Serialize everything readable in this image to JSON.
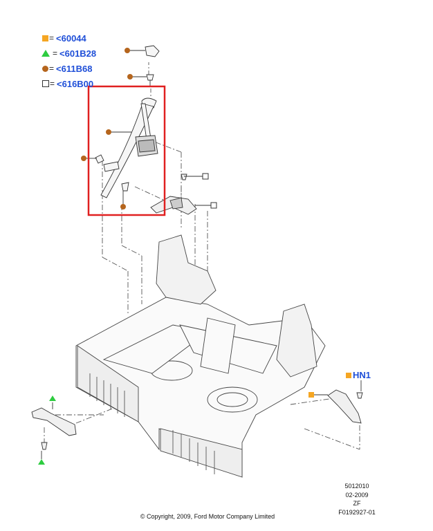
{
  "legend": [
    {
      "symbol": "square",
      "color": "#F5A623",
      "code": "<60044"
    },
    {
      "symbol": "triangle",
      "color": "#2ECC40",
      "code": "<601B28"
    },
    {
      "symbol": "circle",
      "color": "#B5651D",
      "code": "<611B68"
    },
    {
      "symbol": "empty-square",
      "color": "#333333",
      "code": "<616B00"
    }
  ],
  "legend_equals": "=",
  "callout": {
    "label": "HN1",
    "marker_color": "#F5A623"
  },
  "text_color": "#1F4FD8",
  "highlight_color": "#E02020",
  "reference": {
    "line1": "5012010",
    "line2": "02-2009",
    "line3": "ZF",
    "line4": "F0192927-01"
  },
  "copyright": "© Copyright, 2009, Ford Motor Company Limited"
}
